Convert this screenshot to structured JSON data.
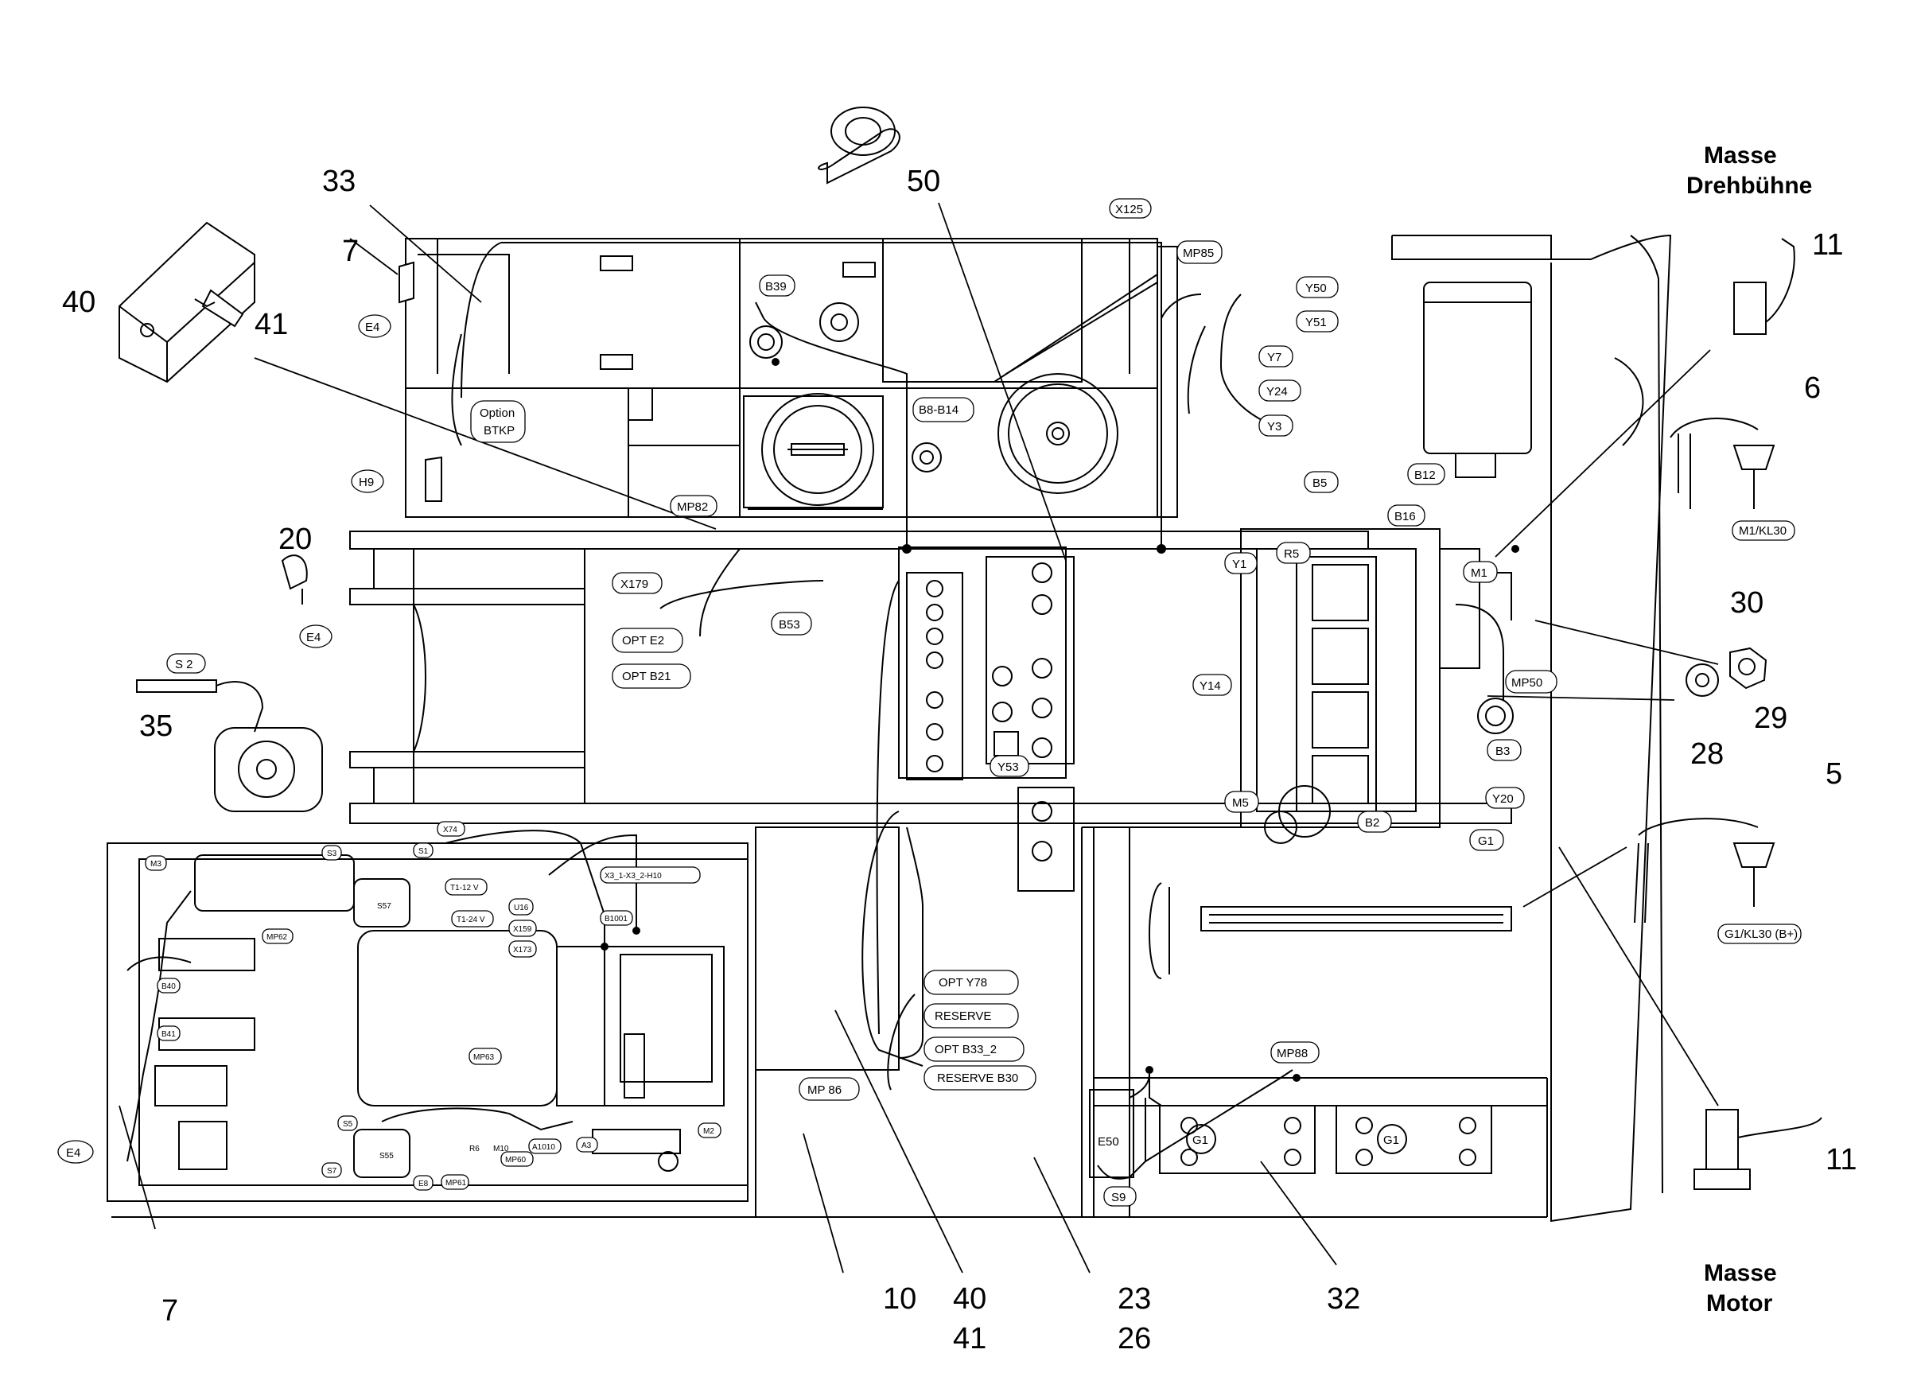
{
  "headings": {
    "masse_drehbuehne_1": "Masse",
    "masse_drehbuehne_2": "Drehbühne",
    "masse_motor_1": "Masse",
    "masse_motor_2": "Motor"
  },
  "callouts": {
    "c33": "33",
    "c7_top": "7",
    "c40_top": "40",
    "c41_top": "41",
    "c20": "20",
    "c35": "35",
    "c50": "50",
    "c11_top": "11",
    "c6": "6",
    "c30": "30",
    "c29": "29",
    "c28": "28",
    "c5": "5",
    "c11_bottom": "11",
    "c7_bottom": "7",
    "c10": "10",
    "c40_bottom": "40",
    "c41_bottom": "41",
    "c23": "23",
    "c26": "26",
    "c32": "32"
  },
  "tags": {
    "x125": "X125",
    "mp85": "MP85",
    "b39": "B39",
    "b8_b14": "B8-B14",
    "mp82": "MP82",
    "option": "Option",
    "btkp": "BTKP",
    "e4_a": "E4",
    "h9": "H9",
    "e4_b": "E4",
    "e4_c": "E4",
    "s2": "S 2",
    "x179": "X179",
    "opt_e2": "OPT E2",
    "opt_b21": "OPT B21",
    "b53": "B53",
    "y53": "Y53",
    "y50": "Y50",
    "y51": "Y51",
    "y7": "Y7",
    "y24": "Y24",
    "y3": "Y3",
    "b5": "B5",
    "b12": "B12",
    "b16": "B16",
    "r5": "R5",
    "y1": "Y1",
    "m1": "M1",
    "y14": "Y14",
    "mp50": "MP50",
    "b3": "B3",
    "y20": "Y20",
    "m5": "M5",
    "b2": "B2",
    "g1_engine": "G1",
    "m1_kl30": "M1/KL30",
    "g1_kl30": "G1/KL30 (B+)",
    "opt_y78": "OPT Y78",
    "reserve": "RESERVE",
    "opt_b33_2": "OPT B33_2",
    "reserve_b30": "RESERVE B30",
    "mp86": "MP 86",
    "mp88": "MP88",
    "e50": "E50",
    "s9": "S9",
    "g1_a": "G1",
    "g1_b": "G1",
    "x74": "X74",
    "s1": "S1",
    "s3": "S3",
    "m3": "M3",
    "t1_12v": "T1-12 V",
    "t1_24v": "T1-24 V",
    "s57": "S57",
    "u16": "U16",
    "x159": "X159",
    "x173": "X173",
    "x3": "X3_1-X3_2-H10",
    "b1001": "B1001",
    "mp62": "MP62",
    "b40": "B40",
    "b41": "B41",
    "mp63": "MP63",
    "s5": "S5",
    "s55": "S55",
    "s7": "S7",
    "e8": "E8",
    "mp61": "MP61",
    "mp60": "MP60",
    "a1010": "A1010",
    "a3": "A3",
    "m2": "M2",
    "r6": "R6",
    "m10": "M10"
  }
}
